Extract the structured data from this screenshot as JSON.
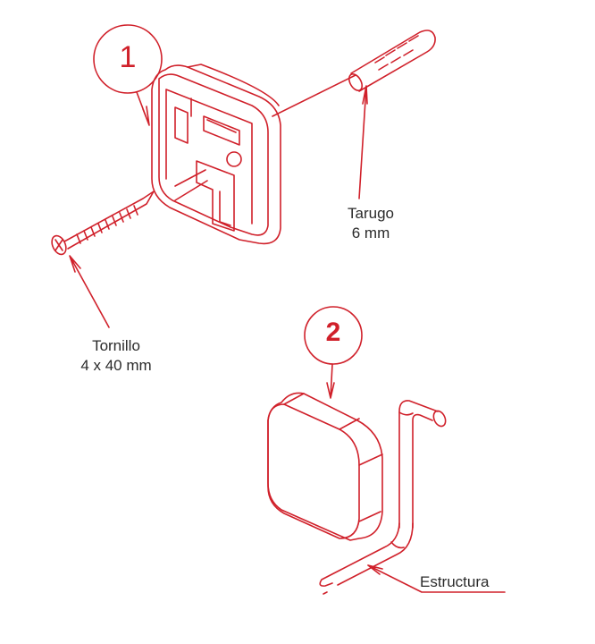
{
  "callouts": {
    "part1": "1",
    "part2": "2"
  },
  "labels": {
    "dowel_name": "Tarugo",
    "dowel_size": "6 mm",
    "screw_name": "Tornillo",
    "screw_size": "4 x 40 mm",
    "structure": "Estructura"
  },
  "colors": {
    "drawing": "#d0202a",
    "text": "#2a2a2a"
  }
}
